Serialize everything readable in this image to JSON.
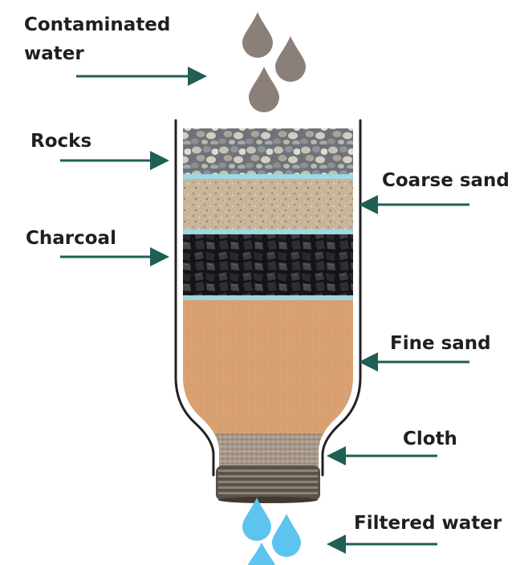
{
  "labels": {
    "contaminated_line1": "Contaminated",
    "contaminated_line2": "water",
    "rocks": "Rocks",
    "coarse_sand": "Coarse sand",
    "charcoal": "Charcoal",
    "fine_sand": "Fine sand",
    "cloth": "Cloth",
    "filtered_water": "Filtered water"
  },
  "colors": {
    "arrow": "#1f5f55",
    "dirty_drop": "#8a7f79",
    "clean_drop": "#5cc4ee",
    "rock_bg": "#6d7378",
    "coarse_sand": "#c9b69a",
    "charcoal": "#1d1d1f",
    "fine_sand": "#d9a171",
    "cloth": "#a8998a",
    "cap": "#5a5248",
    "separator": "#9ed8e4"
  }
}
